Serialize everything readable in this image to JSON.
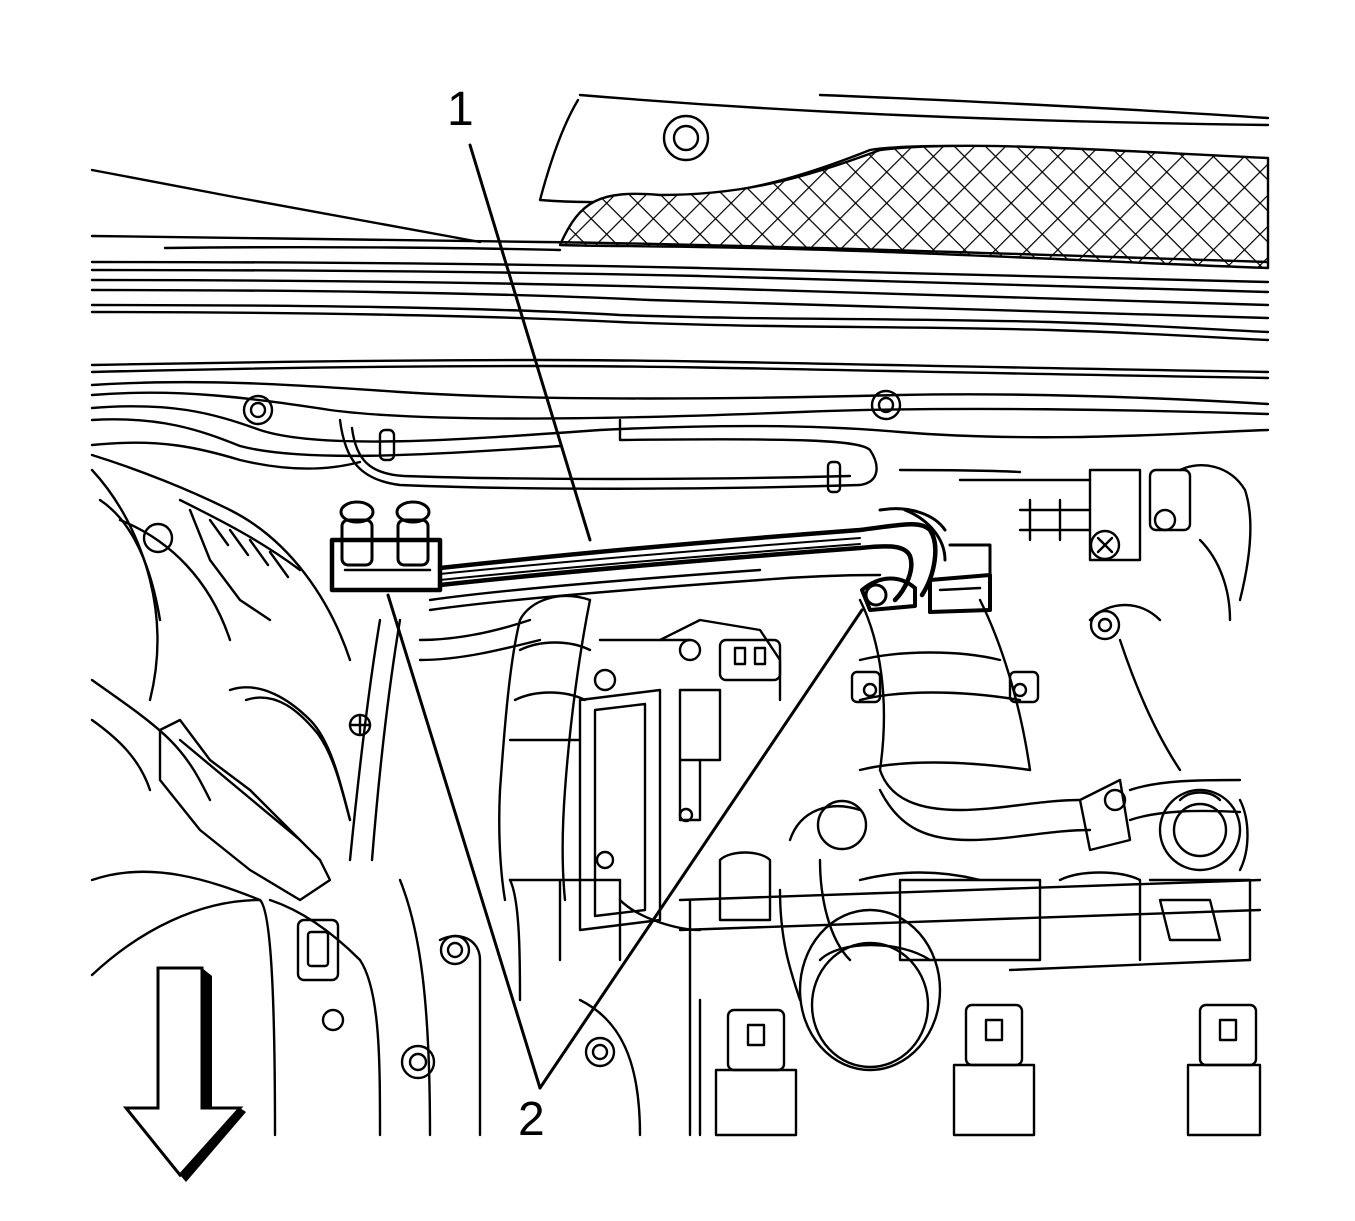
{
  "diagram": {
    "callouts": [
      {
        "id": "1",
        "label": "1"
      },
      {
        "id": "2",
        "label": "2"
      }
    ],
    "direction_arrow": "down-arrow-icon",
    "colors": {
      "line": "#000000",
      "background": "#ffffff"
    }
  }
}
